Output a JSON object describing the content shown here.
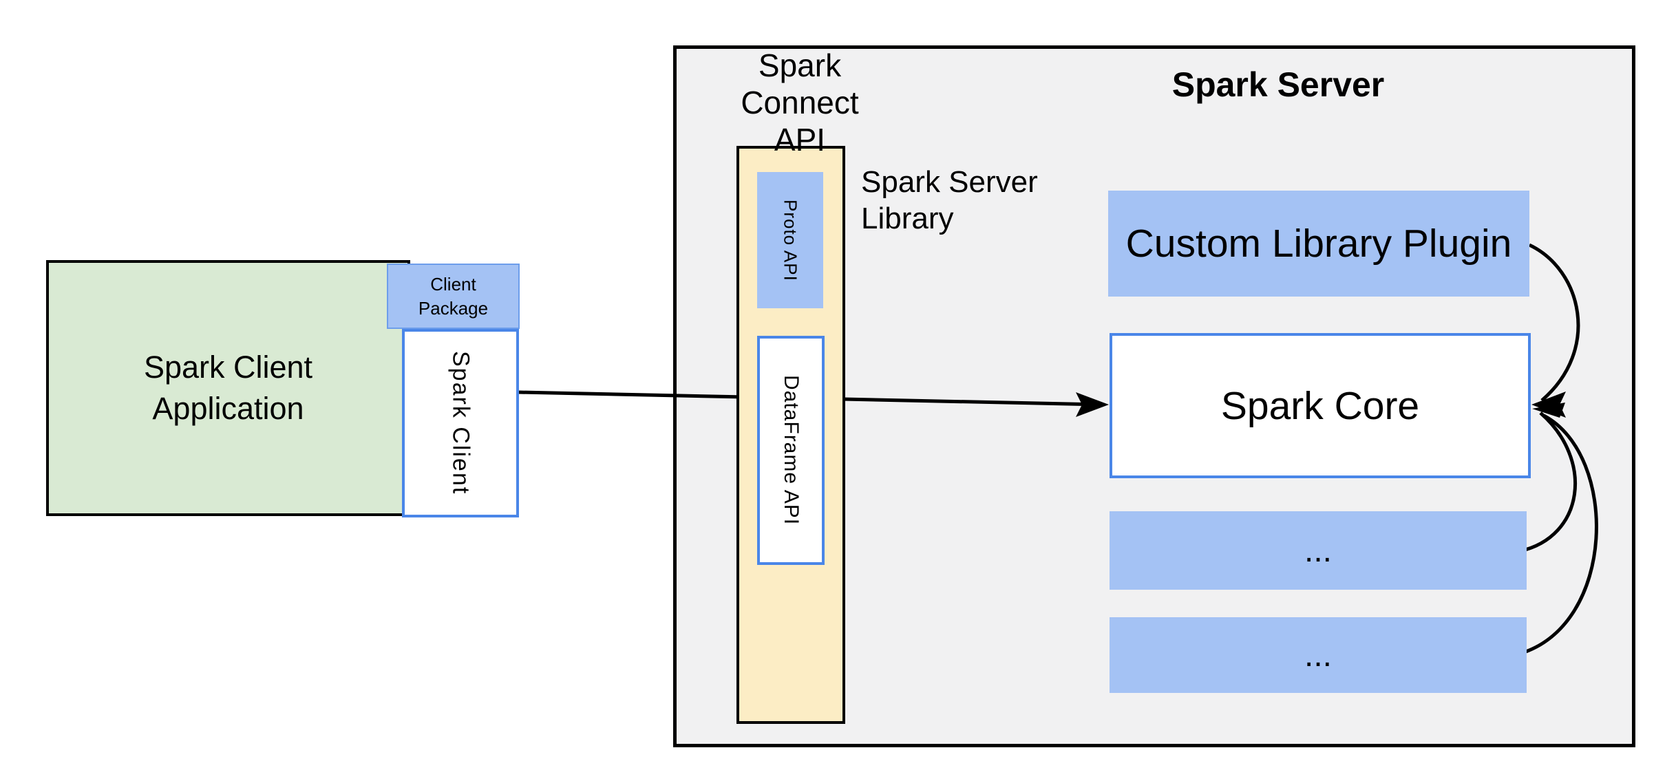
{
  "client_app": {
    "line1": "Spark Client",
    "line2": "Application",
    "package_line1": "Client",
    "package_line2": "Package",
    "client": "Spark Client"
  },
  "connect_api": {
    "title_line1": "Spark Connect",
    "title_line2": "API",
    "proto": "Proto API",
    "dataframe": "DataFrame API",
    "library_line1": "Spark Server",
    "library_line2": "Library"
  },
  "server": {
    "title": "Spark Server",
    "plugin": "Custom Library Plugin",
    "core": "Spark Core",
    "module1": "...",
    "module2": "..."
  },
  "colors": {
    "background": "#ffffff",
    "text": "#000000",
    "outline": "#000000",
    "arrow": "#000000",
    "client_app_fill": "#d9ead3",
    "package_fill": "#a4c2f4",
    "accent_blue_fill": "#a4c2f4",
    "connect_fill": "#fcedc5",
    "panel_fill": "#f1f1f2",
    "box_border_blue": "#4a86e8",
    "package_border": "#6d9eeb"
  }
}
